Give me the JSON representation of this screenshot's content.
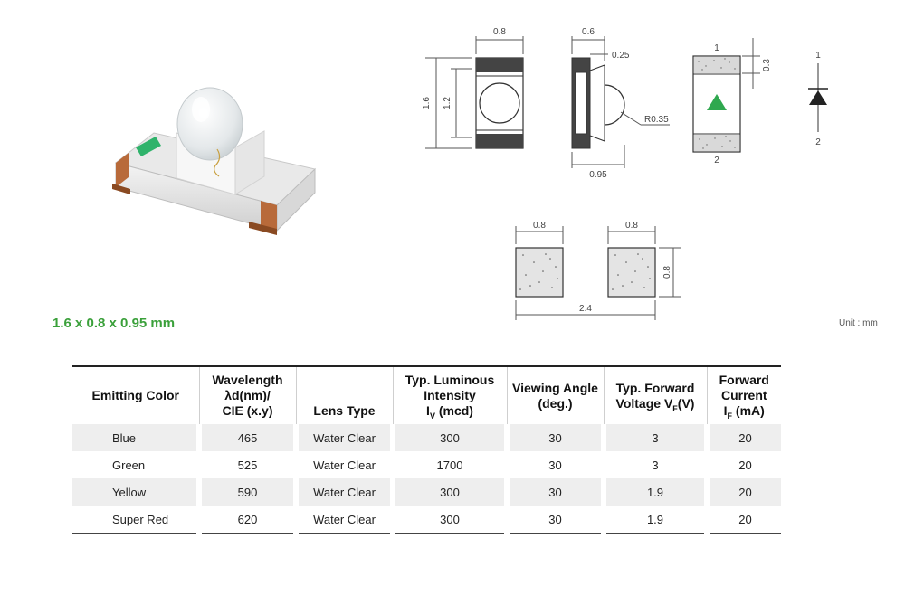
{
  "photo": {
    "icon": "smd-led-photo-icon"
  },
  "drawings": {
    "front_view": {
      "width": "0.8",
      "height_total": "1.6",
      "height_inner": "1.2"
    },
    "side_view": {
      "width": "0.6",
      "lip": "0.25",
      "radius": "R0.35",
      "depth": "0.95"
    },
    "top_view": {
      "pin_top": "1",
      "pin_bottom": "2",
      "pad_height": "0.3",
      "marker_color": "#2fa84f"
    },
    "symbol": {
      "pin_top": "1",
      "pin_bottom": "2",
      "icon": "diode-symbol-icon"
    },
    "footprint": {
      "pad_left_width": "0.8",
      "pad_right_width": "0.8",
      "pad_height": "0.8",
      "total_width": "2.4"
    }
  },
  "size_caption": "1.6 x 0.8 x 0.95 mm",
  "unit_note": "Unit : mm",
  "table": {
    "headers": {
      "color": "Emitting Color",
      "wavelength": [
        "Wavelength",
        "λd(nm)/",
        "CIE (x.y)"
      ],
      "lens": "Lens Type",
      "intensity": [
        "Typ. Luminous",
        "Intensity",
        "I",
        "V",
        " (mcd)"
      ],
      "angle": [
        "Viewing Angle",
        "(deg.)"
      ],
      "voltage": [
        "Typ. Forward",
        "Voltage V",
        "F",
        "(V)"
      ],
      "current": [
        "Forward",
        "Current",
        "I",
        "F",
        " (mA)"
      ]
    },
    "rows": [
      {
        "color": "Blue",
        "wavelength": "465",
        "lens": "Water Clear",
        "intensity": "300",
        "angle": "30",
        "voltage": "3",
        "current": "20"
      },
      {
        "color": "Green",
        "wavelength": "525",
        "lens": "Water Clear",
        "intensity": "1700",
        "angle": "30",
        "voltage": "3",
        "current": "20"
      },
      {
        "color": "Yellow",
        "wavelength": "590",
        "lens": "Water Clear",
        "intensity": "300",
        "angle": "30",
        "voltage": "1.9",
        "current": "20"
      },
      {
        "color": "Super Red",
        "wavelength": "620",
        "lens": "Water Clear",
        "intensity": "300",
        "angle": "30",
        "voltage": "1.9",
        "current": "20"
      }
    ]
  }
}
